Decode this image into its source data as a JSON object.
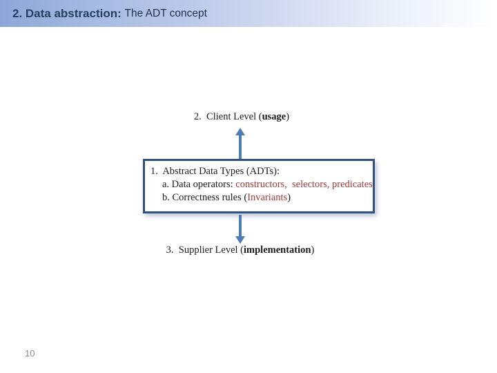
{
  "slide": {
    "title_bold": "2. Data abstraction: ",
    "title_rest": "The ADT concept",
    "page_number": "10"
  },
  "diagram": {
    "client_level": {
      "prefix": "2.  Client Level (",
      "bold": "usage",
      "suffix": ")"
    },
    "adt_box": {
      "line1": "1.  Abstract Data Types (ADTs):",
      "line2_label": "a. Data operators: ",
      "line2_red": "constructors,  selectors, predicates.",
      "line3_label": "b. Correctness rules (",
      "line3_red": "Invariants",
      "line3_suffix": ")"
    },
    "supplier_level": {
      "prefix": "3.  Supplier Level (",
      "bold": "implementation",
      "suffix": ")"
    },
    "colors": {
      "title_bar_gradient_start": "#8da7d8",
      "title_text": "#24425f",
      "arrow_blue": "#4f7db3",
      "box_border": "#30517c",
      "red_text": "#9e3a38"
    }
  }
}
